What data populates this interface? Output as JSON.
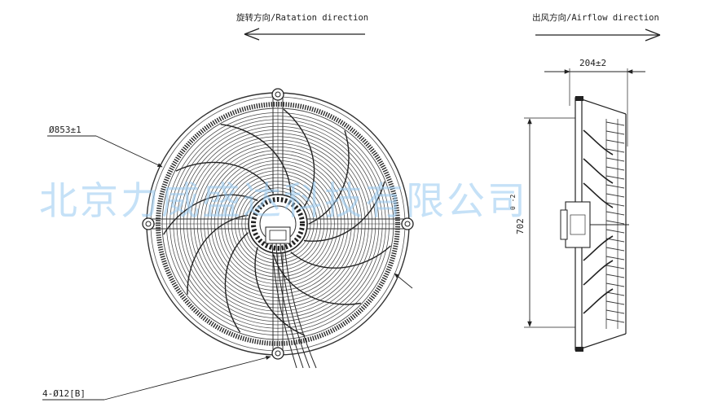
{
  "labels": {
    "rotation_direction": "旋转方向/Ratation direction",
    "airflow_direction": "出风方向/Airflow direction",
    "diameter": "Ø853±1",
    "holes": "4-Ø12[B]",
    "depth": "204±2",
    "height": "702",
    "height_tolerance": "0 -2"
  },
  "watermark": "北京力威盛达科技有限公司"
}
